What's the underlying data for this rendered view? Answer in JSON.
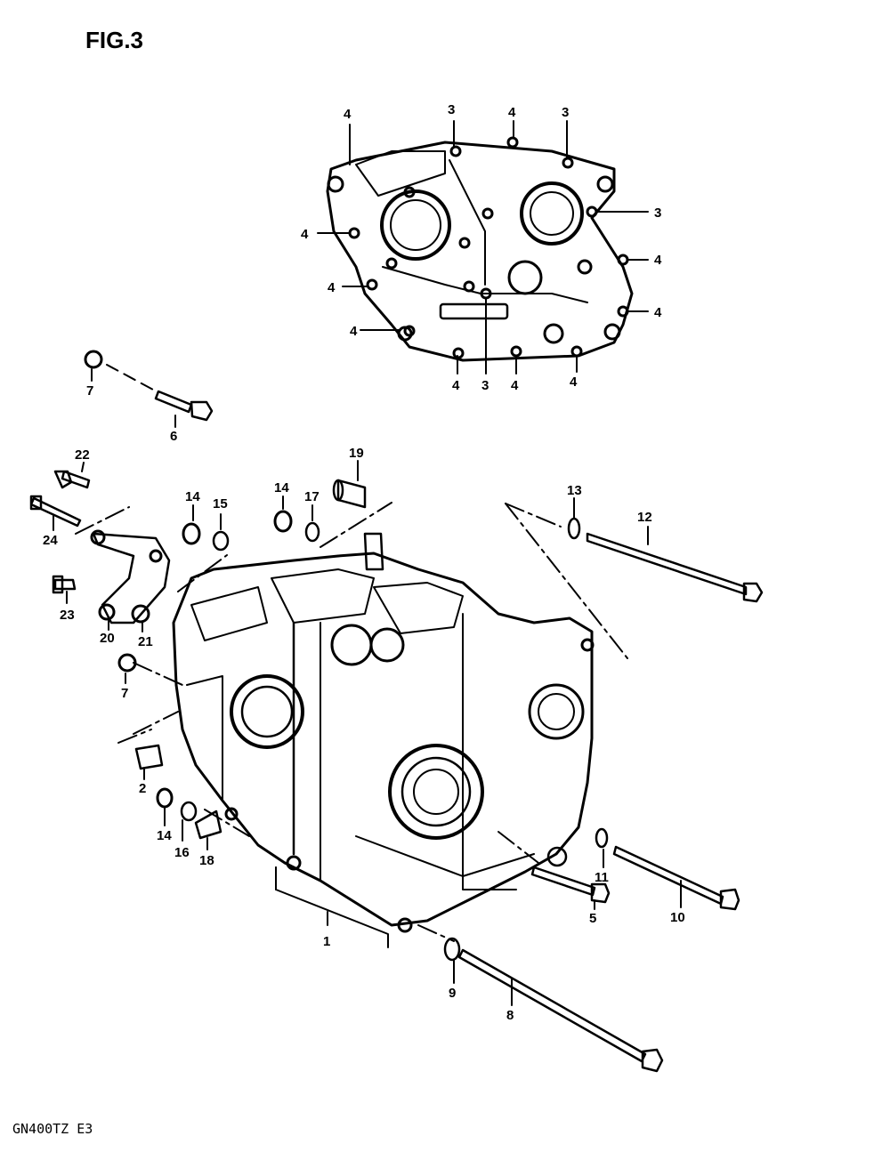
{
  "figure_title": "FIG.3",
  "model_code": "GN400TZ E3",
  "callouts": [
    {
      "id": "c4a",
      "label": "4"
    },
    {
      "id": "c3a",
      "label": "3"
    },
    {
      "id": "c4b",
      "label": "4"
    },
    {
      "id": "c3b",
      "label": "3"
    },
    {
      "id": "c3c",
      "label": "3"
    },
    {
      "id": "c4c",
      "label": "4"
    },
    {
      "id": "c4d",
      "label": "4"
    },
    {
      "id": "c4e",
      "label": "4"
    },
    {
      "id": "c4f",
      "label": "4"
    },
    {
      "id": "c4g",
      "label": "4"
    },
    {
      "id": "c4h",
      "label": "4"
    },
    {
      "id": "c3d",
      "label": "3"
    },
    {
      "id": "c4i",
      "label": "4"
    },
    {
      "id": "c4j",
      "label": "4"
    },
    {
      "id": "c7a",
      "label": "7"
    },
    {
      "id": "c6",
      "label": "6"
    },
    {
      "id": "c22",
      "label": "22"
    },
    {
      "id": "c24",
      "label": "24"
    },
    {
      "id": "c23",
      "label": "23"
    },
    {
      "id": "c20",
      "label": "20"
    },
    {
      "id": "c21",
      "label": "21"
    },
    {
      "id": "c14a",
      "label": "14"
    },
    {
      "id": "c15",
      "label": "15"
    },
    {
      "id": "c14b",
      "label": "14"
    },
    {
      "id": "c17",
      "label": "17"
    },
    {
      "id": "c19",
      "label": "19"
    },
    {
      "id": "c13",
      "label": "13"
    },
    {
      "id": "c12",
      "label": "12"
    },
    {
      "id": "c7b",
      "label": "7"
    },
    {
      "id": "c2",
      "label": "2"
    },
    {
      "id": "c14c",
      "label": "14"
    },
    {
      "id": "c16",
      "label": "16"
    },
    {
      "id": "c18",
      "label": "18"
    },
    {
      "id": "c1",
      "label": "1"
    },
    {
      "id": "c11",
      "label": "11"
    },
    {
      "id": "c5",
      "label": "5"
    },
    {
      "id": "c10",
      "label": "10"
    },
    {
      "id": "c9",
      "label": "9"
    },
    {
      "id": "c8",
      "label": "8"
    }
  ]
}
